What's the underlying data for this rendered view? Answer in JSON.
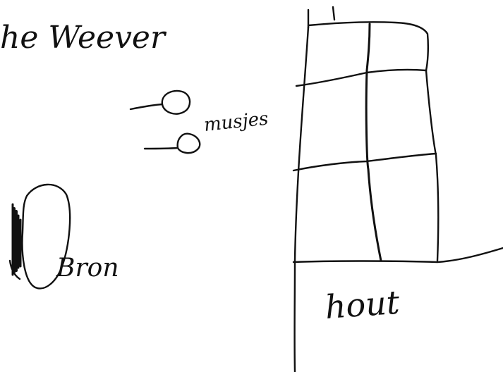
{
  "labels": {
    "title": "he Weever",
    "birds": "musjes",
    "source": "Bron",
    "wood": "hout"
  },
  "colors": {
    "ink": "#111111",
    "paper": "#ffffff"
  }
}
